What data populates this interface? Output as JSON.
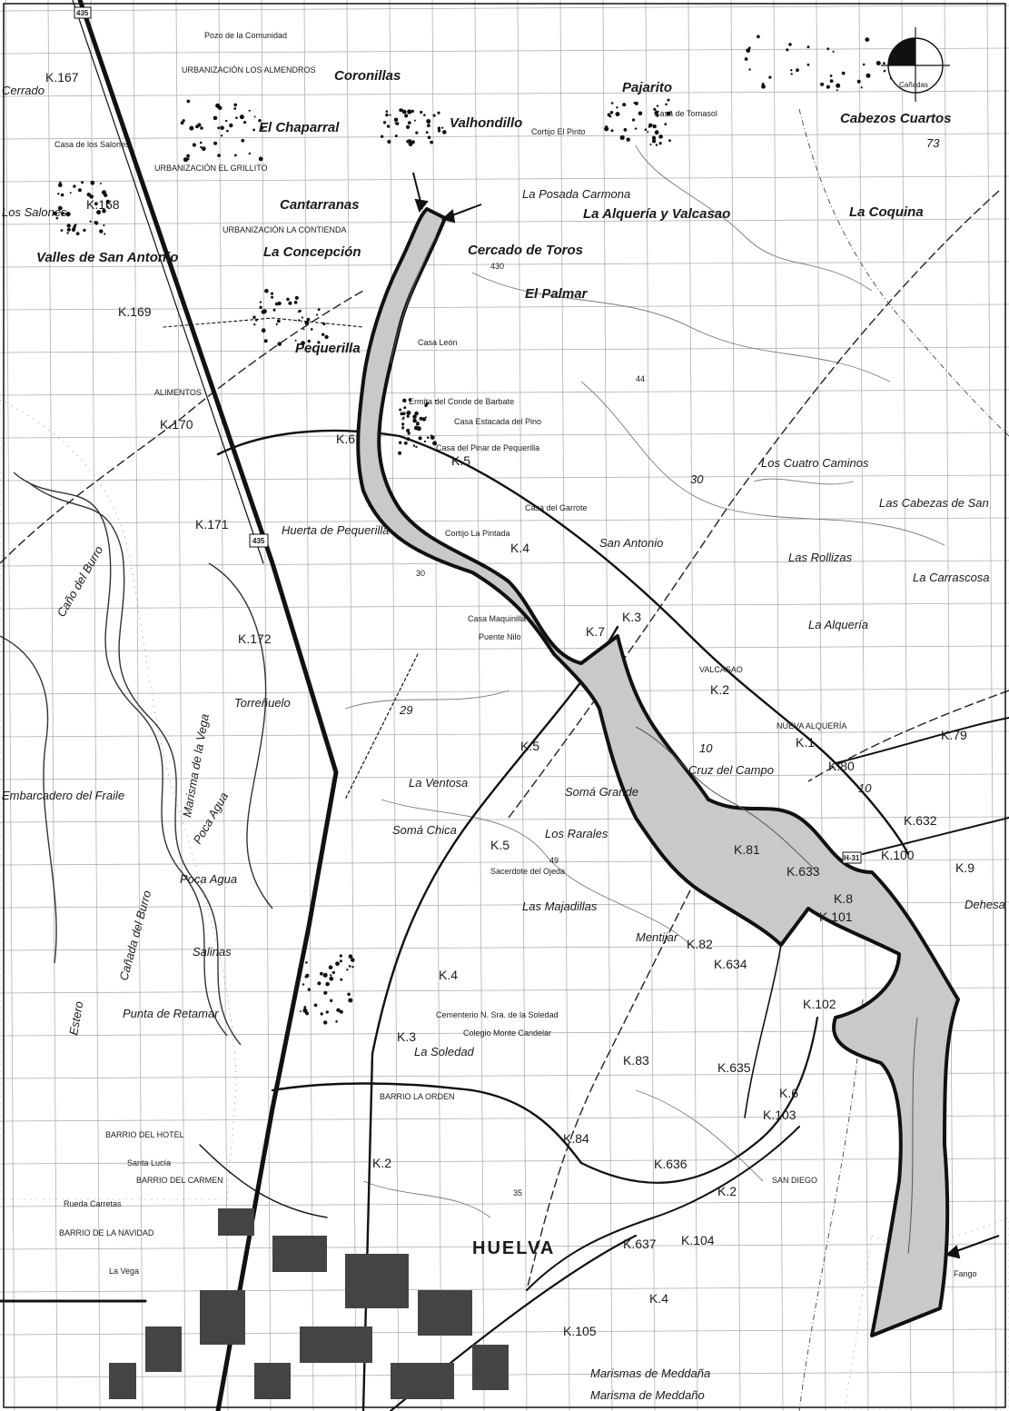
{
  "map": {
    "place_labels": {
      "coronillas": "Coronillas",
      "el_chaparral": "El Chaparral",
      "valhondillo": "Valhondillo",
      "pajarito": "Pajarito",
      "cabezos_cuartos": "Cabezos Cuartos",
      "cantarranas": "Cantarranas",
      "la_posada_carmona": "La Posada Carmona",
      "la_alqueria_valcasao": "La Alquería y Valcasao",
      "la_coquina": "La Coquina",
      "valles_san_antonio": "Valles de San Antonio",
      "la_concepcion": "La Concepción",
      "cercado_toros": "Cercado de Toros",
      "el_palmar": "El Palmar",
      "pequerilla": "Pequerilla",
      "huerta_pequerilla": "Huerta de Pequerilla",
      "san_antonio": "San Antonio",
      "los_cuatro_caminos": "Los Cuatro Caminos",
      "las_cabezas": "Las Cabezas de San",
      "las_rolliza": "Las Rollizas",
      "la_carrascosa": "La Carrascosa",
      "la_alqueria": "La Alquería",
      "torrenuelo": "Torreñuelo",
      "la_ventosa": "La Ventosa",
      "soma_grande": "Somá Grande",
      "soma_chica": "Somá Chica",
      "los_rarales": "Los Rarales",
      "las_majadillas": "Las Majadillas",
      "mentijar": "Mentijar",
      "poca_agua": "Poca Agua",
      "salinas": "Salinas",
      "punta_retamar": "Punta de Retamar",
      "la_soledad": "La Soledad",
      "cruz_del_campo": "Cruz del Campo",
      "embarcadero": "Embarcadero del Fraile",
      "canada": "Cañada del Burro",
      "los_salones": "Los Salones",
      "dehesa": "Dehesa",
      "marismas_meddana": "Marismas de Meddaña",
      "marisma_meddano": "Marisma de Meddaño",
      "huelva": "HUELVA",
      "cerrado": "Cerrado",
      "santa_lucia": "Santa Lucía",
      "rueda_carretas": "Rueda Carretas",
      "marisma_venta": "Marisma de la Vega",
      "estero": "Estero",
      "cano_del_burro": "Caño del Burro",
      "pozo_comunidad": "Pozo de la Comunidad",
      "urbanizacion_almendros": "URBANIZACIÓN LOS ALMENDROS",
      "urbanizacion_grillo": "URBANIZACIÓN EL GRILLITO",
      "urbanizacion_contienda": "URBANIZACIÓN LA CONTIENDA",
      "casa_salones": "Casa de los Salones",
      "cortijo_pinto": "Cortijo El Pinto",
      "casa_tornasol": "Casa de Tornasol",
      "casa_leon": "Casa León",
      "ermita": "Ermita del Conde de Barbate",
      "casa_estacada": "Casa Estacada del Pino",
      "casa_pinar": "Casa del Pinar de Pequerilla",
      "casa_garrote": "Casa del Garrote",
      "cortijo_pintada": "Cortijo La Pintada",
      "casa_maquinilla": "Casa Maquinilla",
      "puente_nilo": "Puente Nilo",
      "vacaso": "VALCASAO",
      "nueva_alqueria": "NUEVA ALQUERÍA",
      "sacerdote": "Sacerdote del Ojeda",
      "cementerio": "Cementerio N. Sra. de la Soledad",
      "colegio": "Colegio Monte Candelar",
      "barrio_orden": "BARRIO LA ORDEN",
      "barrio_hotel": "BARRIO DEL HOTEL",
      "barrio_carmen": "BARRIO DEL CARMEN",
      "barrio_navidad": "BARRIO DE LA NAVIDAD",
      "san_diego": "SAN DIEGO",
      "alimentos": "ALIMENTOS",
      "fango": "Fango",
      "la_vega": "La Vega"
    },
    "km_markers": {
      "k167": "K.167",
      "k168": "K.168",
      "k169": "K.169",
      "k170": "K.170",
      "k171": "K.171",
      "k172": "K.172",
      "k6_a": "K.6",
      "k5_a": "K.5",
      "k4_a": "K.4",
      "k3_a": "K.3",
      "k2_a": "K.2",
      "k5_b": "K.5",
      "k4_b": "K.4",
      "k7": "K.7",
      "k3_b": "K.3",
      "k2_b": "K.2",
      "k1": "K.1",
      "k79": "K.79",
      "k80": "K.80",
      "k632": "K.632",
      "k100": "K.100",
      "k9": "K.9",
      "k81": "K.81",
      "k633": "K.633",
      "k8": "K.8",
      "k101": "K.101",
      "k82": "K.82",
      "k634": "K.634",
      "k102": "K.102",
      "k83": "K.83",
      "k635": "K.635",
      "k6_b": "K.6",
      "k103": "K.103",
      "k84": "K.84",
      "k636": "K.636",
      "k5_c": "K.5",
      "k637": "K.637",
      "k104": "K.104",
      "k4_c": "K.4",
      "k105": "K.105",
      "k2_c": "K.2"
    },
    "road_shields": {
      "n435_top": "435",
      "n435_mid": "435",
      "r31": "H-31"
    },
    "elevations": {
      "e73": "73",
      "e430": "430",
      "e44": "44",
      "e30_a": "30",
      "e30_b": "30",
      "e10_a": "10",
      "e10_b": "10",
      "e29": "29",
      "e49": "49",
      "e35": "35"
    },
    "compass": {
      "caption": "Cañadas"
    },
    "colors": {
      "protected_fill": "#c9c9c9",
      "line": "#111111",
      "grid": "#9a9a9a",
      "paper": "#ffffff"
    }
  }
}
